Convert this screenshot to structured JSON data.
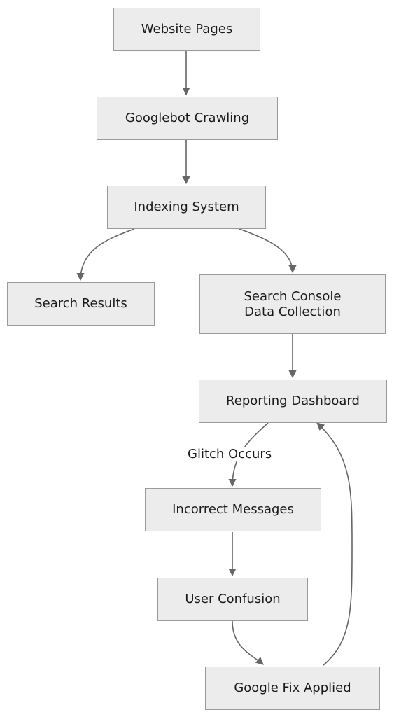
{
  "diagram": {
    "type": "flowchart",
    "colors": {
      "node_fill": "#ececec",
      "node_border": "#9a9a9a",
      "edge": "#666666",
      "text": "#1a1a1a"
    },
    "nodes": {
      "website_pages": "Website Pages",
      "googlebot_crawling": "Googlebot Crawling",
      "indexing_system": "Indexing System",
      "search_results": "Search Results",
      "search_console": "Search Console Data Collection",
      "reporting_dashboard": "Reporting Dashboard",
      "incorrect_messages": "Incorrect Messages",
      "user_confusion": "User Confusion",
      "google_fix": "Google Fix Applied"
    },
    "edges": [
      {
        "from": "website_pages",
        "to": "googlebot_crawling",
        "label": ""
      },
      {
        "from": "googlebot_crawling",
        "to": "indexing_system",
        "label": ""
      },
      {
        "from": "indexing_system",
        "to": "search_results",
        "label": ""
      },
      {
        "from": "indexing_system",
        "to": "search_console",
        "label": ""
      },
      {
        "from": "search_console",
        "to": "reporting_dashboard",
        "label": ""
      },
      {
        "from": "reporting_dashboard",
        "to": "incorrect_messages",
        "label": "Glitch Occurs"
      },
      {
        "from": "incorrect_messages",
        "to": "user_confusion",
        "label": ""
      },
      {
        "from": "user_confusion",
        "to": "google_fix",
        "label": ""
      },
      {
        "from": "google_fix",
        "to": "reporting_dashboard",
        "label": ""
      }
    ]
  }
}
